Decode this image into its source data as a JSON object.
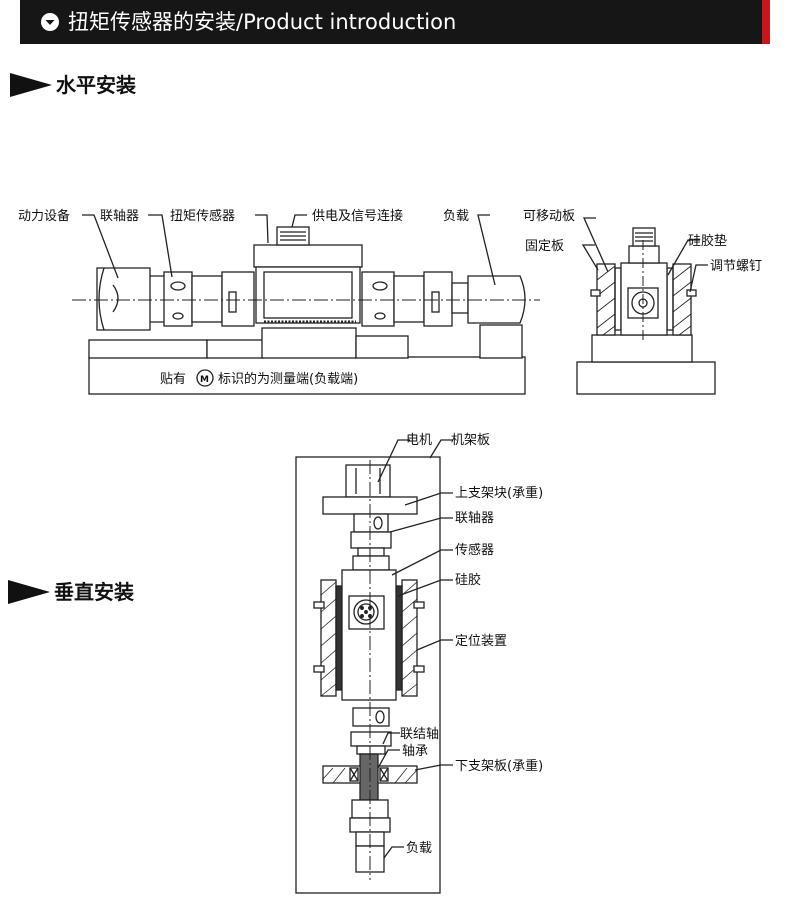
{
  "header": {
    "title": "扭矩传感器的安装/Product introduction",
    "icon": "chevron-down-circle-icon",
    "accent_color": "#c8161d",
    "bar_color": "#161616"
  },
  "sections": {
    "horizontal": "水平安装",
    "vertical": "垂直安装"
  },
  "horizontal_labels": {
    "power": "动力设备",
    "coupling": "联轴器",
    "sensor": "扭矩传感器",
    "signal": "供电及信号连接",
    "load": "负载",
    "movable_plate": "可移动板",
    "fixed_plate": "固定板",
    "silicone_pad": "硅胶垫",
    "adjust_screw": "调节螺钉",
    "note_before": "贴有",
    "note_symbol": "M",
    "note_after": "标识的为测量端(负载端)"
  },
  "vertical_labels": {
    "motor": "电机",
    "frame": "机架板",
    "upper_block": "上支架块(承重)",
    "coupling": "联轴器",
    "sensor": "传感器",
    "silicone": "硅胶",
    "positioning": "定位装置",
    "connecting_shaft": "联结轴",
    "bearing": "轴承",
    "lower_plate": "下支架板(承重)",
    "load": "负载"
  }
}
